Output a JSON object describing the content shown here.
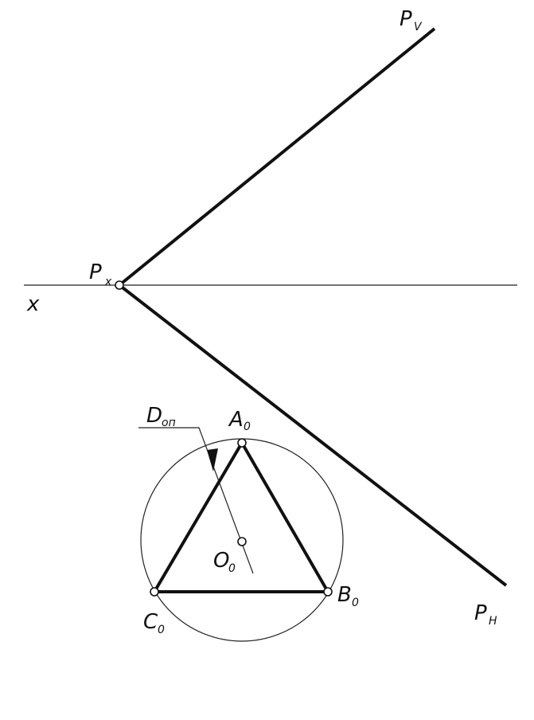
{
  "labels": {
    "x_axis": "x",
    "pv_main": "P",
    "pv_sub": "V",
    "px_main": "P",
    "px_sub": "x",
    "ph_main": "P",
    "ph_sub": "H",
    "a_main": "A",
    "a_sub": "0",
    "b_main": "B",
    "b_sub": "0",
    "c_main": "C",
    "c_sub": "0",
    "o_main": "O",
    "o_sub": "0",
    "d_main": "D",
    "d_sub": "оп"
  },
  "colors": {
    "line": "#111111",
    "background": "#ffffff"
  }
}
